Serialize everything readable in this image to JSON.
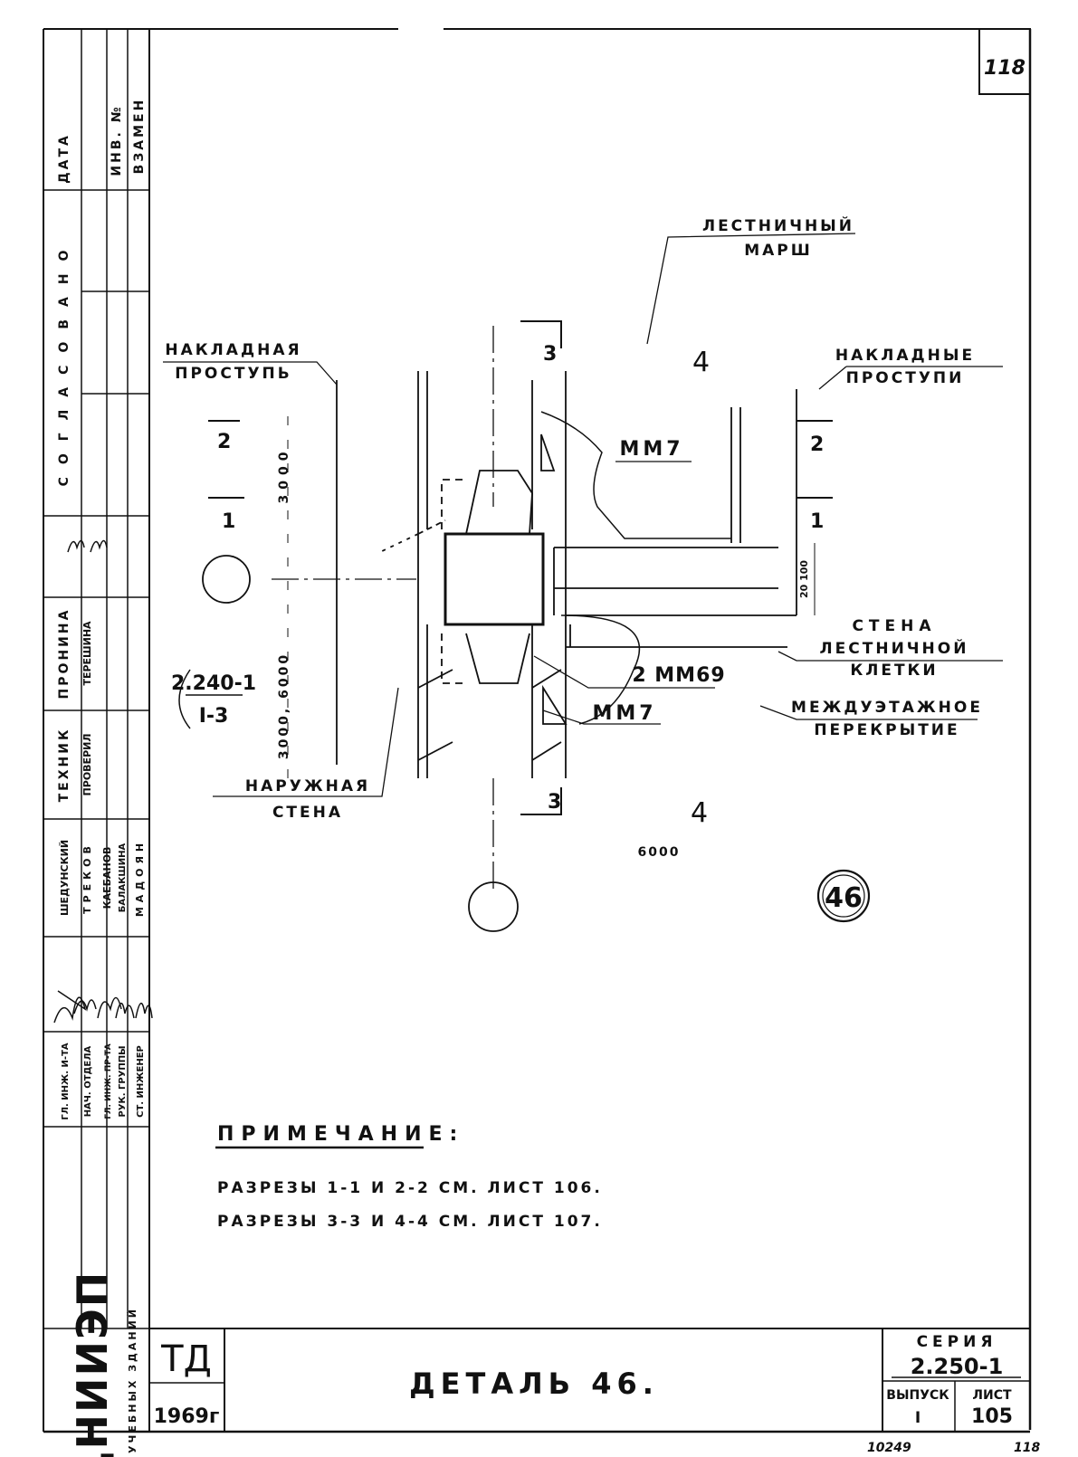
{
  "sheet_number_top": "118",
  "labels": {
    "stair_flight": [
      "ЛЕСТНИЧНЫЙ",
      "МАРШ"
    ],
    "overlay_tread": [
      "НАКЛАДНАЯ",
      "ПРОСТУПЬ"
    ],
    "overlay_treads": [
      "НАКЛАДНЫЕ",
      "ПРОСТУПИ"
    ],
    "stair_wall": [
      "СТЕНА",
      "ЛЕСТНИЧНОЙ",
      "КЛЕТКИ"
    ],
    "floor_slab": [
      "МЕЖДУЭТАЖНОЕ",
      "ПЕРЕКРЫТИЕ"
    ],
    "outer_wall": [
      "НАРУЖНАЯ",
      "СТЕНА"
    ],
    "mm7_upper": "ММ7",
    "mm7_lower": "ММ7",
    "mm69": "2 ММ69"
  },
  "section_marks": {
    "sec3_top": "3",
    "sec3_bottom": "3",
    "sec4_top": "4",
    "sec4_bottom": "4",
    "sec2_left": "2",
    "sec2_right": "2",
    "sec1_left": "1",
    "sec1_right": "1"
  },
  "dimensions": {
    "d3000": "3000",
    "d3000_6000": "3000, 6000",
    "d6000": "6000",
    "d20_100": "20 100"
  },
  "reference": {
    "top": "2.240-1",
    "bottom": "I-3"
  },
  "detail_bubble": "46",
  "note": {
    "heading": "ПРИМЕЧАНИЕ:",
    "lines": [
      "РАЗРЕЗЫ  1-1  И  2-2  СМ. ЛИСТ 106.",
      "РАЗРЕЗЫ  3-3  И  4-4  СМ. ЛИСТ 107."
    ]
  },
  "left_strip": {
    "approval_header": "СОГЛАСОВАНО",
    "columns": [
      "ДАТА",
      "ИНВ. №",
      "ВЗАМЕН"
    ],
    "roles": [
      "ГЛ. ИНЖ. И-ТА",
      "НАЧ. ОТДЕЛА",
      "ГЛ. ИНЖ. ПР-ТА",
      "РУК. ГРУППЫ",
      "СТ. ИНЖЕНЕР"
    ],
    "names": [
      "ШЕДУНСКИЙ",
      "ТРЕКОВ",
      "КАЕБАНОВ",
      "БАЛАКШИНА",
      "МАДОЯН"
    ],
    "techs_roles": [
      "ТЕХНИК",
      "ПРОВЕРИЛ"
    ],
    "techs_names": [
      "ПРОНИНА",
      "ТЕРЕШИНА"
    ],
    "org": "ЦНИИЭП",
    "org_sub": "УЧЕБНЫХ ЗДАНИЙ"
  },
  "title_block": {
    "td": "ТД",
    "year": "1969г",
    "title": "ДЕТАЛЬ 46.",
    "series_label": "СЕРИЯ",
    "series_value": "2.250-1",
    "issue_label": "ВЫПУСК",
    "issue_value": "I",
    "sheet_label": "ЛИСТ",
    "sheet_value": "105"
  },
  "footer": {
    "inventory": "10249",
    "page": "118"
  }
}
